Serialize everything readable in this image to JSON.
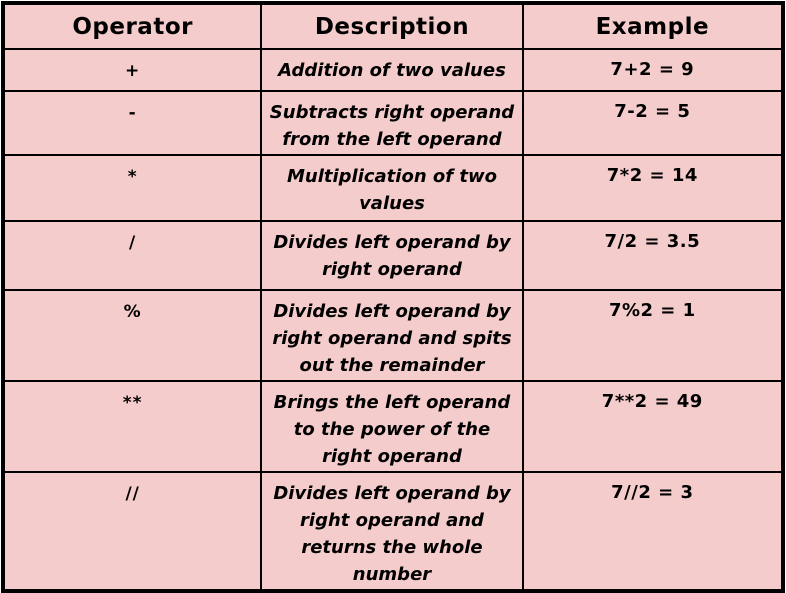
{
  "colors": {
    "cell_background": "#f4cccb",
    "grid_line": "#000000",
    "text": "#000000"
  },
  "chart_data": {
    "type": "table",
    "title": "",
    "columns": [
      "Operator",
      "Description",
      "Example"
    ],
    "rows": [
      {
        "operator": "+",
        "description": "Addition of two values",
        "example": "7+2 = 9"
      },
      {
        "operator": "-",
        "description": "Subtracts right operand\nfrom the left operand",
        "example": "7-2 = 5"
      },
      {
        "operator": "*",
        "description": "Multiplication of two\nvalues",
        "example": "7*2 = 14"
      },
      {
        "operator": "/",
        "description": "Divides left operand by\nright operand",
        "example": "7/2 = 3.5"
      },
      {
        "operator": "%",
        "description": "Divides left operand by\nright operand and spits\nout the remainder",
        "example": "7%2 = 1"
      },
      {
        "operator": "**",
        "description": "Brings the left operand\nto the power of the\nright operand",
        "example": "7**2 = 49"
      },
      {
        "operator": "//",
        "description": "Divides left operand by\nright operand and\nreturns the whole\nnumber",
        "example": "7//2 = 3"
      }
    ]
  }
}
